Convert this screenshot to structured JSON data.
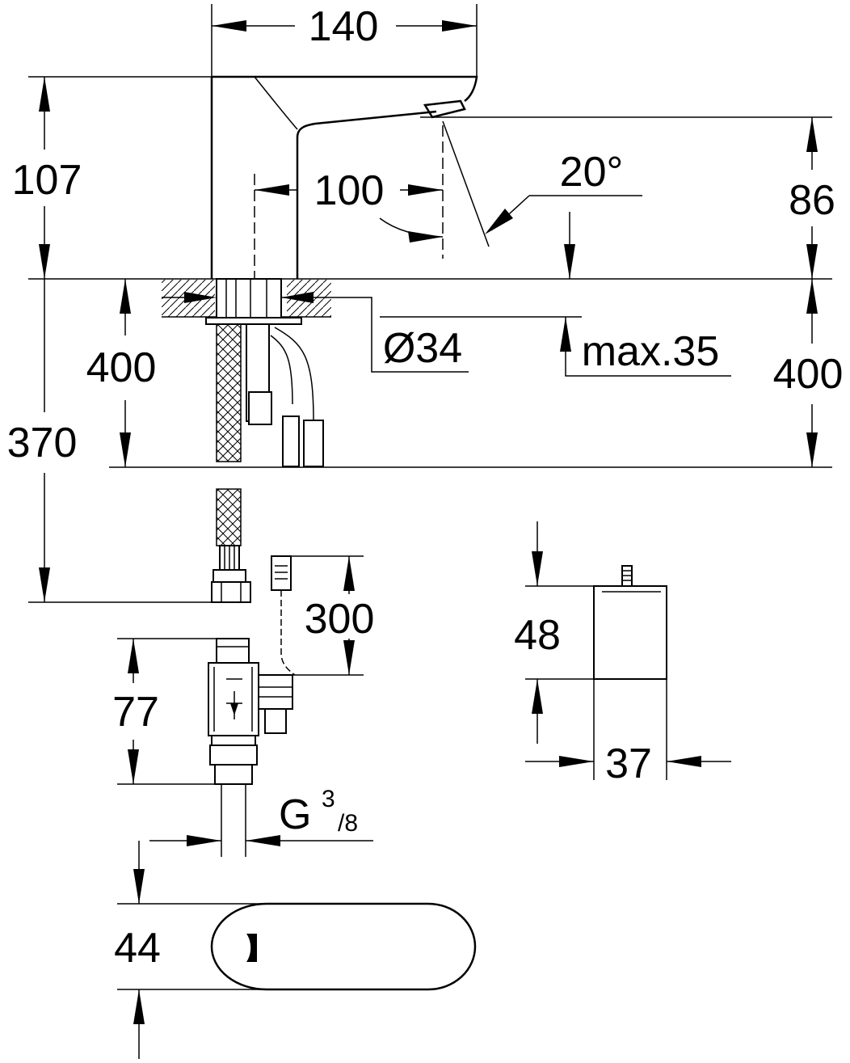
{
  "drawing": {
    "dim_width_top": "140",
    "dim_height_spout": "107",
    "dim_spout_reach": "100",
    "dim_angle": "20°",
    "dim_outlet_height": "86",
    "dim_bore_diameter": "Ø34",
    "dim_max_thickness": "max.35",
    "dim_below_left": "400",
    "dim_below_right": "400",
    "dim_hose_length": "370",
    "dim_cable_length": "300",
    "dim_valve_height": "77",
    "dim_connection_g": "G",
    "dim_connection_num": "3",
    "dim_connection_den": "/8",
    "dim_box_height": "48",
    "dim_box_width": "37",
    "dim_base_width": "44"
  }
}
